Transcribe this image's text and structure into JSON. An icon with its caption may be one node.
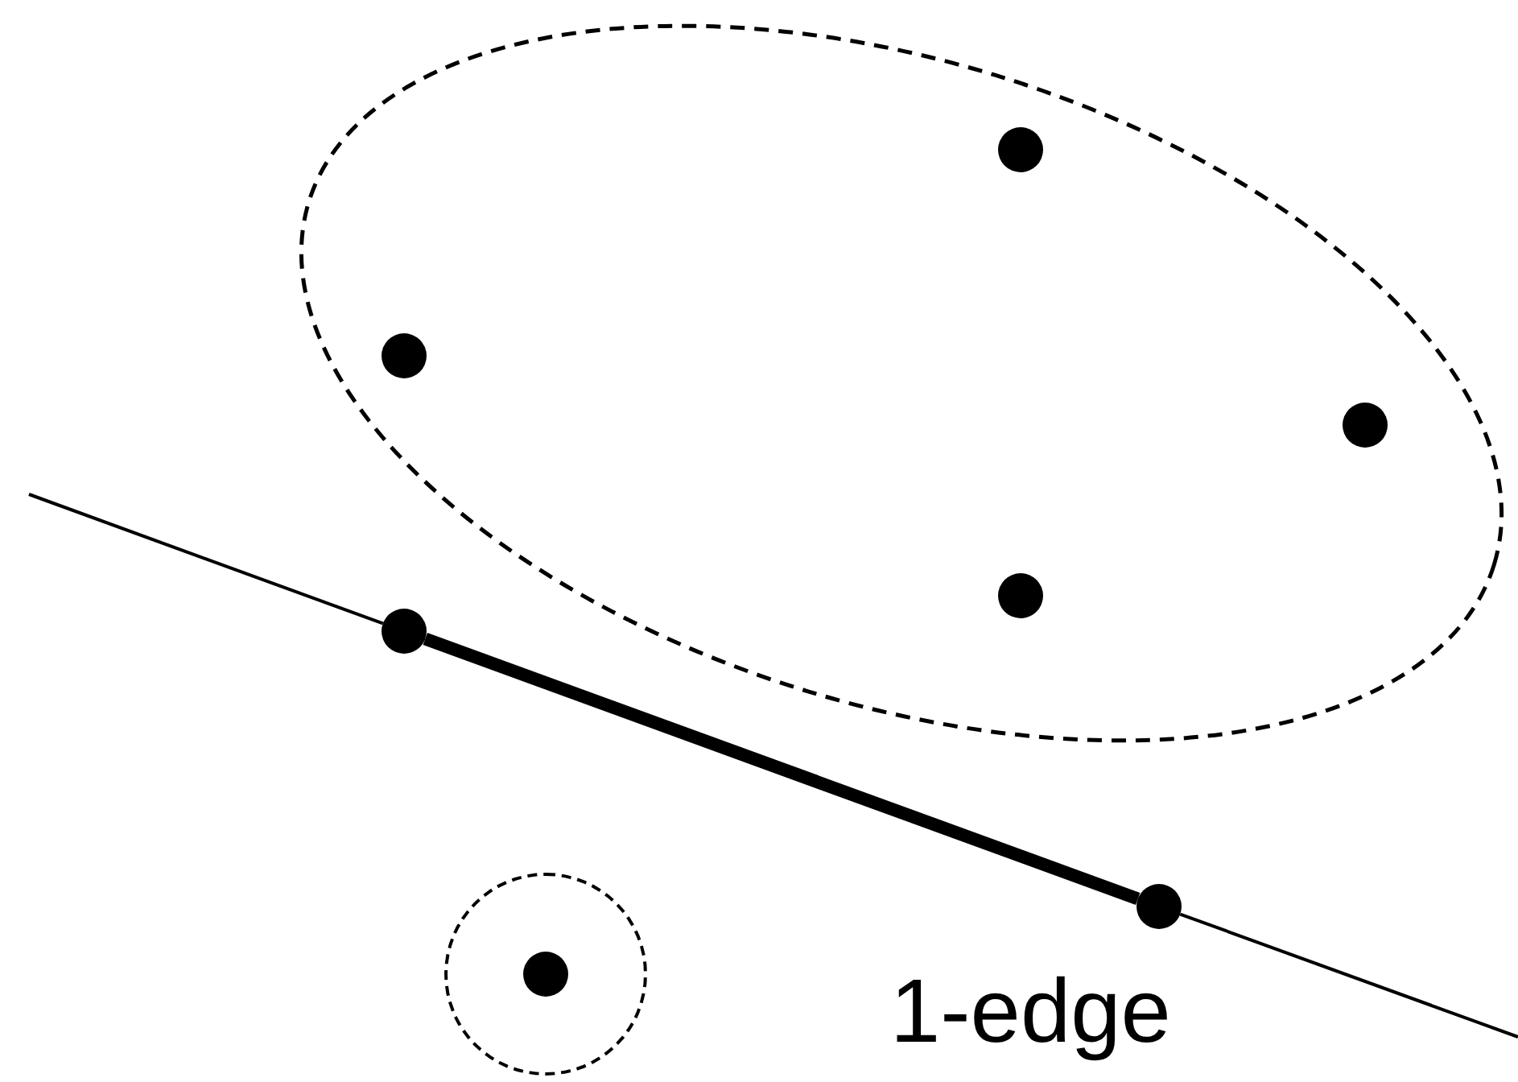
{
  "diagram": {
    "nodes": [
      {
        "text": [],
        "shape": "ellipse"
      },
      {
        "text": [],
        "shape": "circle",
        "in": 0
      },
      {
        "text": [],
        "shape": "circle",
        "in": 0
      },
      {
        "text": [],
        "shape": "circle",
        "in": 0
      },
      {
        "text": [],
        "shape": "circle",
        "in": 0
      },
      {
        "text": [],
        "shape": "circle"
      },
      {
        "text": [],
        "shape": "circle"
      },
      {
        "text": [],
        "shape": "circle"
      },
      {
        "text": [],
        "shape": "circle",
        "in": 7
      }
    ],
    "edges": [
      {
        "from": null,
        "to": 5,
        "arrow": "none"
      },
      {
        "from": 5,
        "to": 6,
        "arrow": "none",
        "style": "thick"
      },
      {
        "from": 6,
        "to": null,
        "arrow": "none"
      }
    ],
    "labels": [
      "1-edge"
    ]
  }
}
